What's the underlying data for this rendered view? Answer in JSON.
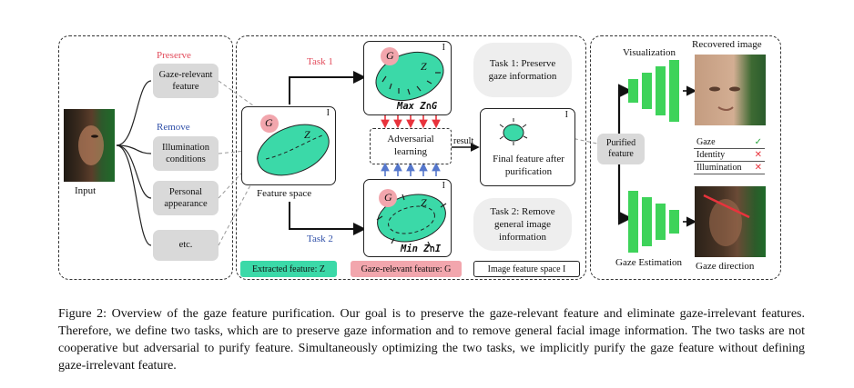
{
  "input": {
    "preserve_label": "Preserve",
    "remove_label": "Remove",
    "items": [
      "Gaze-relevant feature",
      "Illumination conditions",
      "Personal appearance",
      "etc."
    ],
    "input_label": "Input"
  },
  "middle": {
    "task1_arrow_label": "Task 1",
    "task2_arrow_label": "Task 2",
    "feature_space_label": "Feature space",
    "corner_mark": "I",
    "g_symbol": "G",
    "z_symbol": "Z",
    "max_label": "Max Z∩G",
    "min_label": "Min Z∩I",
    "adversarial_label": "Adversarial learning",
    "result_label": "result",
    "task1_text": "Task 1: Preserve gaze information",
    "task2_text": "Task 2: Remove general image information",
    "final_feature_label": "Final feature after purification",
    "legend": [
      "Extracted feature: Z",
      "Gaze-relevant feature: G",
      "Image feature space I"
    ]
  },
  "right": {
    "visualization_label": "Visualization",
    "recovered_label": "Recovered image",
    "purified_label": "Purified feature",
    "table_rows": [
      {
        "label": "Gaze",
        "mark": "✓"
      },
      {
        "label": "Identity",
        "mark": "✕"
      },
      {
        "label": "Illumination",
        "mark": "✕"
      }
    ],
    "gaze_estimation_label": "Gaze Estimation",
    "gaze_direction_label": "Gaze direction"
  },
  "colors": {
    "teal": "#3bd9a8",
    "pink": "#f2a6ad",
    "red": "#e8333c",
    "blue": "#5577cc",
    "green_net": "#3ed35a"
  },
  "caption": "Figure 2: Overview of the gaze feature purification. Our goal is to preserve the gaze-relevant feature and eliminate gaze-irrelevant features. Therefore, we define two tasks, which are to preserve gaze information and to remove general facial image information. The two tasks are not cooperative but adversarial to purify feature. Simultaneously optimizing the two tasks, we implicitly purify the gaze feature without defining gaze-irrelevant feature."
}
